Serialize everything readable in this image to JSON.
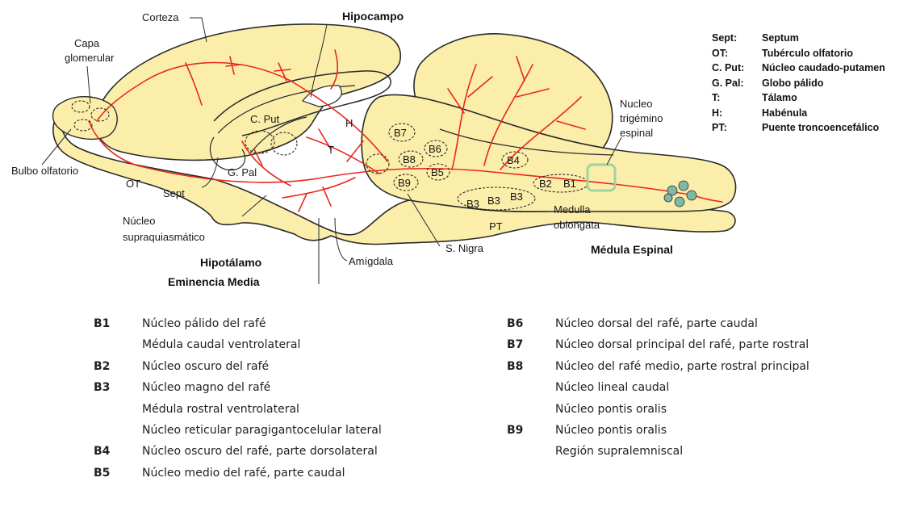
{
  "diagram": {
    "labels": {
      "corteza": "Corteza",
      "hipocampo": "Hipocampo",
      "capa_glomerular_1": "Capa",
      "capa_glomerular_2": "glomerular",
      "bulbo_olfatorio": "Bulbo olfatorio",
      "ot": "OT",
      "sept": "Sept",
      "c_put": "C. Put",
      "g_pal": "G. Pal",
      "h": "H",
      "t": "T",
      "nucleo_supraquiasmatico_1": "Núcleo",
      "nucleo_supraquiasmatico_2": "supraquiasmático",
      "hipotalamo": "Hipotálamo",
      "eminencia_media": "Eminencia Media",
      "amigdala": "Amígdala",
      "s_nigra": "S. Nigra",
      "pt": "PT",
      "medulla_1": "Medulla",
      "medulla_2": "oblongata",
      "medula_espinal": "Médula Espinal",
      "nucleo_trigemino_1": "Nucleo",
      "nucleo_trigemino_2": "trigémino",
      "nucleo_trigemino_3": "espinal"
    },
    "nuclei": {
      "b7": "B7",
      "b6": "B6",
      "b8": "B8",
      "b5": "B5",
      "b9": "B9",
      "b4": "B4",
      "b2": "B2",
      "b1": "B1",
      "b3a": "B3",
      "b3b": "B3",
      "b3c": "B3"
    }
  },
  "abbreviations": [
    {
      "key": "Sept:",
      "value": "Septum"
    },
    {
      "key": "OT:",
      "value": "Tubérculo olfatorio"
    },
    {
      "key": "C. Put:",
      "value": "Núcleo caudado-putamen"
    },
    {
      "key": "G. Pal:",
      "value": "Globo pálido"
    },
    {
      "key": "T:",
      "value": "Tálamo"
    },
    {
      "key": "H:",
      "value": "Habénula"
    },
    {
      "key": "PT:",
      "value": "Puente troncoencefálico"
    }
  ],
  "legend_left": [
    {
      "code": "B1",
      "desc": "Núcleo pálido del rafé"
    },
    {
      "code": "",
      "desc": "Médula caudal ventrolateral"
    },
    {
      "code": "B2",
      "desc": "Núcleo oscuro del rafé"
    },
    {
      "code": "B3",
      "desc": "Núcleo magno del rafé"
    },
    {
      "code": "",
      "desc": "Médula rostral ventrolateral"
    },
    {
      "code": "",
      "desc": "Núcleo reticular paragigantocelular lateral"
    },
    {
      "code": "B4",
      "desc": "Núcleo oscuro del rafé, parte dorsolateral"
    },
    {
      "code": "B5",
      "desc": "Núcleo medio del rafé, parte caudal"
    }
  ],
  "legend_right": [
    {
      "code": "B6",
      "desc": "Núcleo dorsal del rafé, parte caudal"
    },
    {
      "code": "B7",
      "desc": "Núcleo dorsal principal del rafé, parte rostral"
    },
    {
      "code": "B8",
      "desc": "Núcleo del rafé medio, parte rostral principal"
    },
    {
      "code": "",
      "desc": "Núcleo lineal caudal"
    },
    {
      "code": "",
      "desc": "Núcleo pontis oralis"
    },
    {
      "code": "B9",
      "desc": "Núcleo pontis oralis"
    },
    {
      "code": "",
      "desc": "Región supralemniscal"
    }
  ],
  "colors": {
    "tissue": "#fbeeaa",
    "outline": "#2a2a2a",
    "pathway": "#e8281e",
    "trigeminal_box": "#9fd3a3",
    "spinal_cell": "#7fb9a4"
  }
}
